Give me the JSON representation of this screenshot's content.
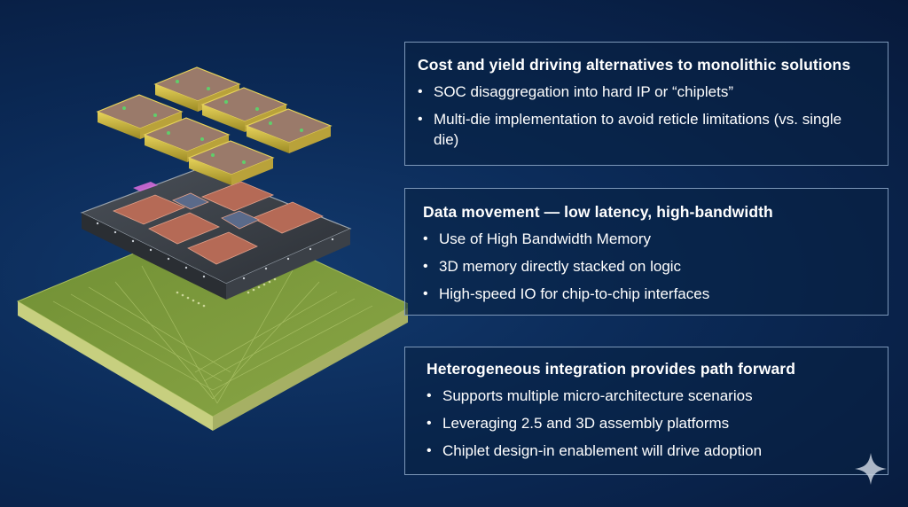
{
  "panels": {
    "cost": {
      "title": "Cost and yield driving alternatives to monolithic solutions",
      "bullets": [
        "SOC disaggregation into hard IP or “chiplets”",
        "Multi-die implementation to avoid reticle limitations (vs. single die)"
      ]
    },
    "data": {
      "title": "Data movement — low latency, high-bandwidth",
      "bullets": [
        "Use of High Bandwidth Memory",
        "3D memory directly stacked on logic",
        "High-speed IO for chip-to-chip interfaces"
      ]
    },
    "hetero": {
      "title": "Heterogeneous integration provides path forward",
      "bullets": [
        "Supports multiple micro-architecture scenarios",
        "Leveraging 2.5 and 3D assembly platforms",
        "Chiplet design-in enablement will drive adoption"
      ]
    }
  },
  "illustration": {
    "subject": "exploded-chiplet-package",
    "colors": {
      "substrate": "#7a9a3a",
      "substrate_edge": "#c8d07a",
      "interposer": "#3a3f45",
      "die": "#b86a55",
      "chiplet_cap": "#d9c24a"
    }
  },
  "corner_icon": "sparkle-icon"
}
